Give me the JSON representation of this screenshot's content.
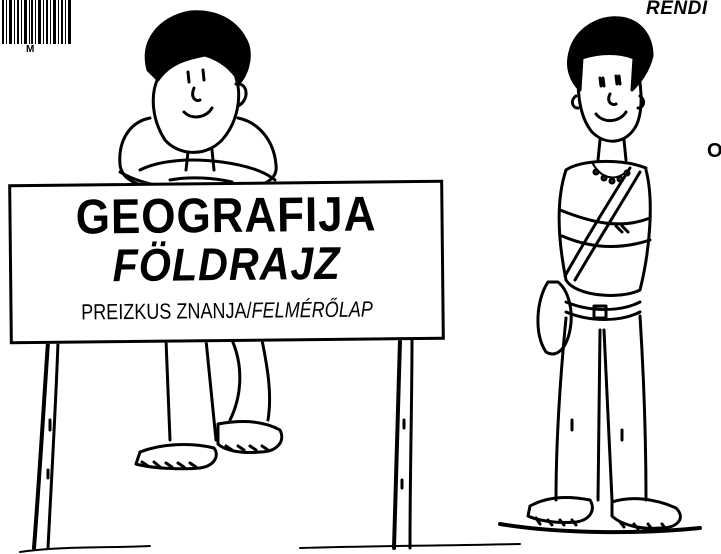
{
  "header": {
    "barcode_letter": "M",
    "top_right_text": "RENDI",
    "right_edge_letter": "O"
  },
  "sign": {
    "title": "GEOGRAFIJA",
    "subtitle": "FÖLDRAJZ",
    "tagline_plain": "PREIZKUS ZNANJA/",
    "tagline_italic": "FELMÉRŐLAP"
  },
  "icons": [
    "barcode-icon",
    "boy-cartoon-icon",
    "girl-cartoon-icon"
  ]
}
